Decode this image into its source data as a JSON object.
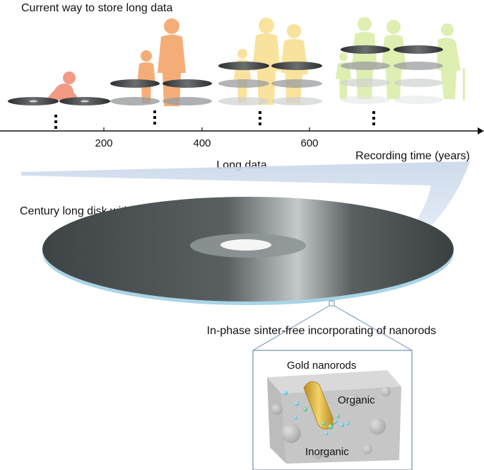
{
  "header": {
    "title": "Current way to store long data"
  },
  "timeline": {
    "ticks": [
      "200",
      "400",
      "600"
    ],
    "recording_label": "Recording time (years)",
    "long_data_label": "Long data"
  },
  "main_disk": {
    "caption": "Century long disk with an unchanged baseline"
  },
  "inset": {
    "caption": "In-phase sinter-free incorporating of nanorods",
    "gold_label": "Gold nanorods",
    "organic_label": "Organic",
    "inorganic_label": "Inorganic"
  },
  "colors": {
    "infant": "#f29a84",
    "child": "#f5a971",
    "adult": "#f8dd8a",
    "elder": "#d6ec9e",
    "disk_dark": "#4b5152",
    "disk_blue": "#bfe1ef",
    "gold": "#d8a93a"
  }
}
